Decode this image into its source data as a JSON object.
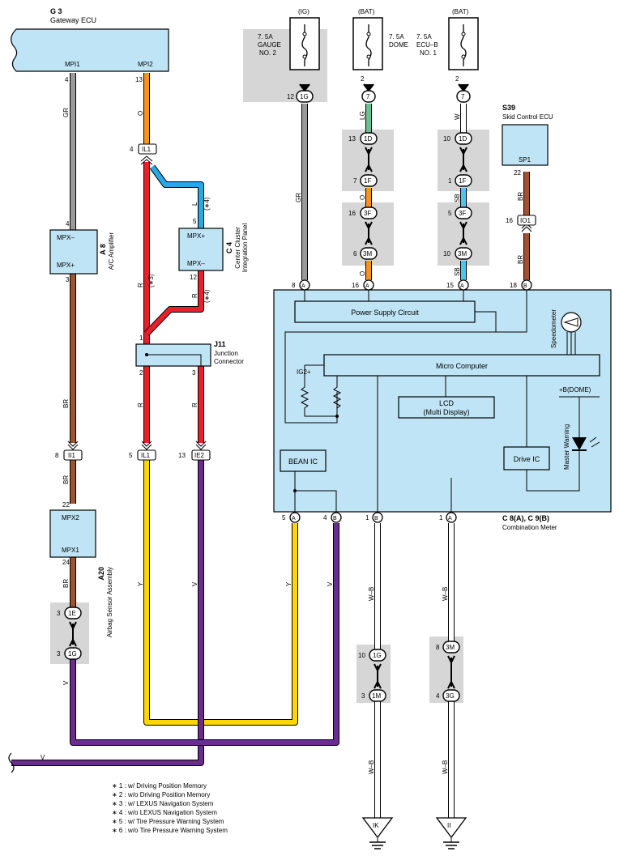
{
  "colors": {
    "GR": "#9a9a9a",
    "O": "#f7941d",
    "R": "#e8202a",
    "L": "#27aae1",
    "BR": "#a0522d",
    "Y": "#ffd700",
    "V": "#6a2c91",
    "LG": "#6cc18e",
    "SB": "#4fc3f7",
    "W": "#ffffff",
    "module_fill": "#bfe4f5",
    "shade": "#d6d6d6"
  },
  "modules": {
    "g3": {
      "code": "G 3",
      "name": "Gateway ECU",
      "pin1": "MPI1",
      "pin2": "MPI2"
    },
    "a8": {
      "code": "A 8",
      "name": "A/C Amplifier",
      "pin_top": "MPX–",
      "pin_bottom": "MPX+"
    },
    "c4": {
      "code": "C 4",
      "name1": "Center Cluster",
      "name2": "Integration Panel",
      "pin_top": "MPX+",
      "pin_bottom": "MPX–"
    },
    "j11": {
      "code": "J11",
      "name1": "Junction",
      "name2": "Connector"
    },
    "a20": {
      "code": "A20",
      "name": "Airbag Sensor Assembly",
      "pin_top": "MPX2",
      "pin_bottom": "MPX1"
    },
    "s39": {
      "code": "S39",
      "name": "Skid Control ECU",
      "pin": "SP1"
    },
    "meter": {
      "code": "C 8(A), C 9(B)",
      "name": "Combination Meter",
      "power": "Power Supply Circuit",
      "micro": "Micro Computer",
      "lcd1": "LCD",
      "lcd2": "(Multi Display)",
      "bean": "BEAN IC",
      "drive": "Drive IC",
      "ig2": "IG2+",
      "bdome": "+B(DOME)",
      "speedo": "Speedometer",
      "warning": "Master Warning"
    }
  },
  "fuses": {
    "gauge": {
      "source": "(IG)",
      "line1": "7. 5A",
      "line2": "GAUGE",
      "line3": "NO. 2"
    },
    "dome": {
      "source": "(BAT)",
      "line1": "7. 5A",
      "line2": "DOME"
    },
    "ecub": {
      "source": "(BAT)",
      "line1": "7. 5A",
      "line2": "ECU–B",
      "line3": "NO. 1"
    }
  },
  "connectors": {
    "il1": "IL1",
    "ii1": "II1",
    "ie2": "IE2",
    "io1": "IO1",
    "c1g": "1G",
    "c7": "7",
    "c1d": "1D",
    "c1f": "1F",
    "c3f": "3F",
    "c3m": "3M",
    "c1e": "1E",
    "c1m": "1M",
    "c3g": "3G",
    "a": "A",
    "b": "B"
  },
  "pins": {
    "g3_1": "4",
    "g3_2": "13",
    "il1_top": "4",
    "a8_top": "4",
    "a8_bot": "3",
    "c4_top": "5",
    "c4_bot": "12",
    "j11_in": "1",
    "j11_o1": "2",
    "j11_o2": "3",
    "il1_bot": "5",
    "ie2": "13",
    "ii1": "8",
    "a20_top": "22",
    "a20_bot": "24",
    "e1": "3",
    "g1": "3",
    "f_gauge": "12",
    "f_dome": "2",
    "f_ecub": "2",
    "d13": "13",
    "f7": "7",
    "f16": "16",
    "m6": "6",
    "d10": "10",
    "f1": "1",
    "f5": "5",
    "m10": "10",
    "sp1": "22",
    "io1": "16",
    "m_8": "8",
    "m_16": "16",
    "m_15": "15",
    "m_18": "18",
    "m_5": "5",
    "m_4": "4",
    "m_1b": "1",
    "m_1a": "1",
    "g10": "10",
    "m3": "3",
    "m8": "8",
    "g4": "4"
  },
  "wire_labels": {
    "gr": "GR",
    "o": "O",
    "r": "R",
    "l": "L",
    "br": "BR",
    "y": "Y",
    "v": "V",
    "lg": "LG",
    "w": "W",
    "sb": "SB",
    "wb": "W–B"
  },
  "notes": {
    "n3": "(∗3)",
    "n4": "(∗4)"
  },
  "grounds": {
    "ik": "IK",
    "ii": "II"
  },
  "legend": [
    "∗ 1 : w/ Driving Position Memory",
    "∗ 2 : w/o Driving Position Memory",
    "∗ 3 : w/ LEXUS Navigation System",
    "∗ 4 : w/o LEXUS Navigation System",
    "∗ 5 : w/ Tire Pressure Warning System",
    "∗ 6 : w/o Tire Pressure Warning System"
  ]
}
